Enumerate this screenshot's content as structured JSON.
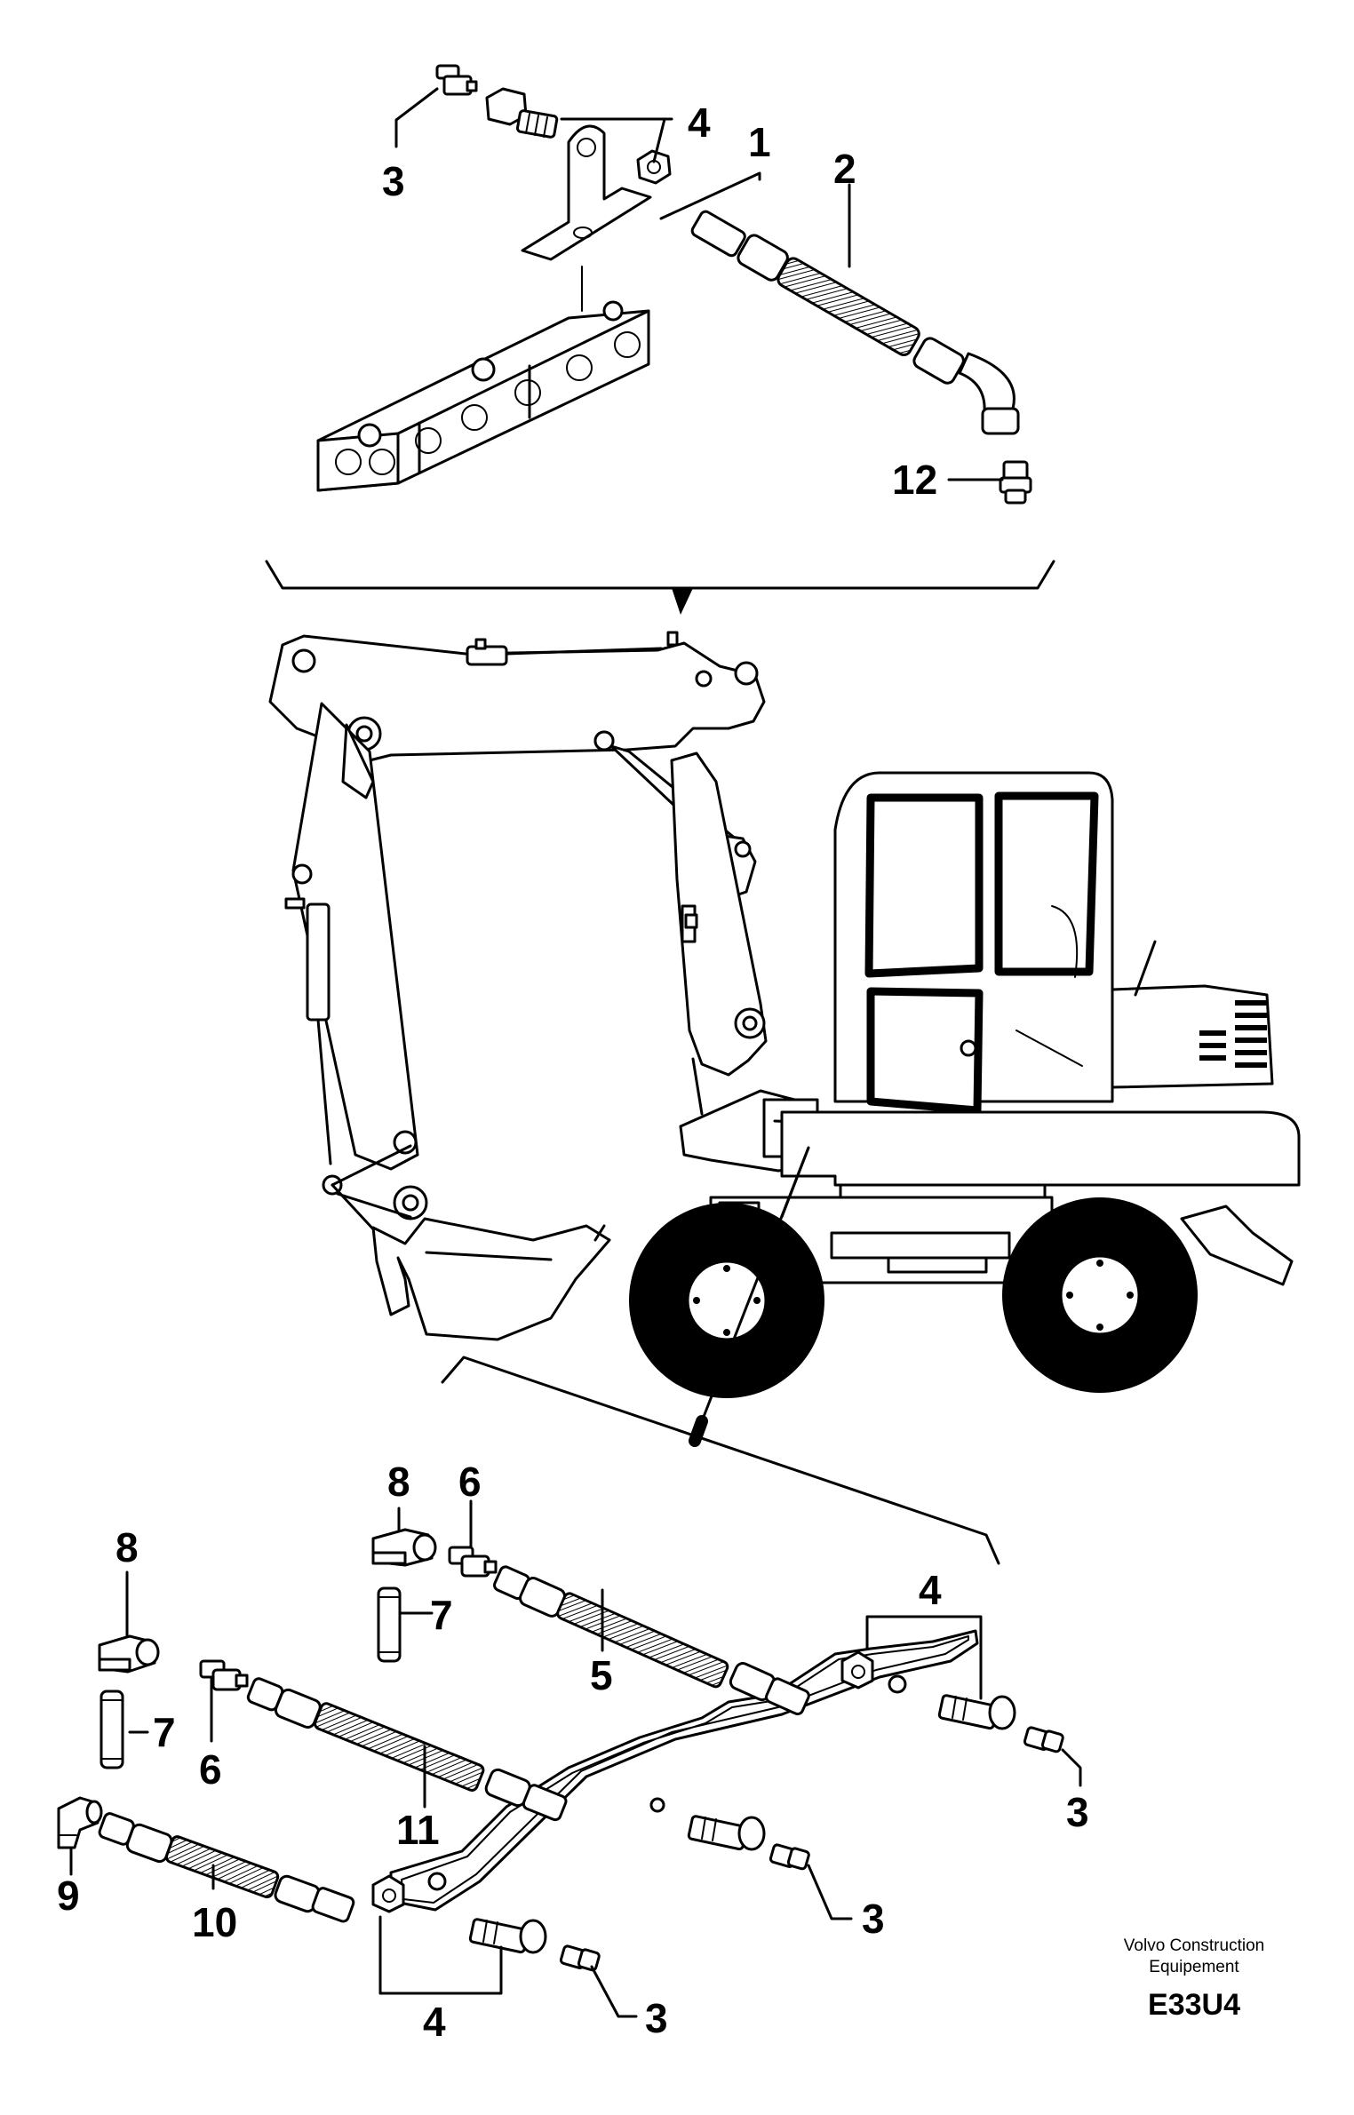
{
  "callouts": {
    "c1": "1",
    "c2": "2",
    "c3_top": "3",
    "c4_top": "4",
    "c12": "12",
    "c8_left": "8",
    "c7_left": "7",
    "c6_left": "6",
    "c9": "9",
    "c10": "10",
    "c11": "11",
    "c8_mid": "8",
    "c6_mid": "6",
    "c7_mid": "7",
    "c5": "5",
    "c4_right": "4",
    "c3_right": "3",
    "c3_center": "3",
    "c4_bottom": "4",
    "c3_bottom": "3"
  },
  "footer": {
    "company_line1": "Volvo Construction",
    "company_line2": "Equipement",
    "drawing_code": "E33U4"
  }
}
